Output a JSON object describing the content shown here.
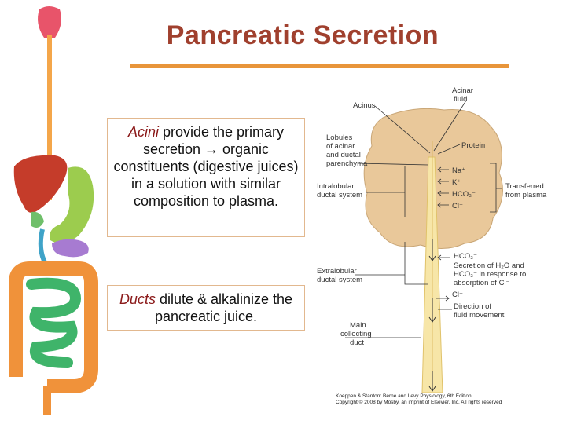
{
  "title": "Pancreatic Secretion",
  "box1": {
    "term": "Acini",
    "text": " provide the primary secretion → organic constituents (digestive juices) in a solution with similar composition to plasma."
  },
  "box2": {
    "term": "Ducts",
    "text": " dilute & alkalinize the pancreatic juice."
  },
  "diagram": {
    "acinar_fluid": [
      "Acinar",
      "fluid"
    ],
    "acinus": "Acinus",
    "lobules": [
      "Lobules",
      "of acinar",
      "and ductal",
      "parenchyma"
    ],
    "intralobular": [
      "Intralobular",
      "ductal system"
    ],
    "extralobular": [
      "Extralobular",
      "ductal system"
    ],
    "main_duct": [
      "Main",
      "collecting",
      "duct"
    ],
    "protein": "Protein",
    "ions": [
      "Na⁺",
      "K⁺",
      "HCO₃⁻",
      "Cl⁻"
    ],
    "transferred": [
      "Transferred",
      "from plasma"
    ],
    "hco3": "HCO₃⁻",
    "secretion_note": [
      "Secretion of H₂O and",
      "HCO₃⁻ in response to",
      "absorption of Cl⁻"
    ],
    "cl": "Cl⁻",
    "direction": [
      "Direction of",
      "fluid movement"
    ],
    "credit": [
      "Koeppen & Stanton: Berne and Levy Physiology, 6th Edition.",
      "Copyright © 2008 by Mosby, an imprint of Elsevier, Inc. All rights reserved"
    ]
  },
  "colors": {
    "title": "#a0402e",
    "rule": "#e8953a",
    "term": "#8b1a1a",
    "lobule": "#e9c89a",
    "duct": "#f7e6a8"
  }
}
